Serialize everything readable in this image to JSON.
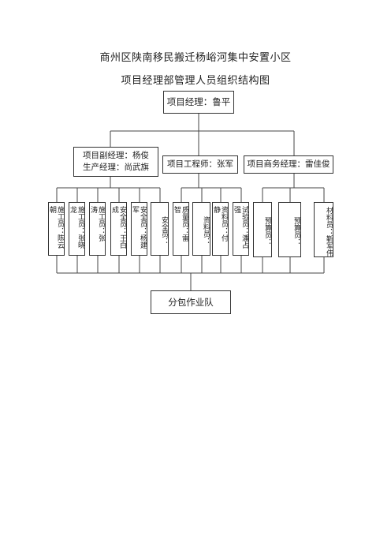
{
  "titles": {
    "line1": "商州区陕南移民搬迁杨峪河集中安置小区",
    "line2": "项目经理部管理人员组织结构图"
  },
  "manager": "项目经理：鲁平",
  "deputies": {
    "deputy_line1": "项目副经理：杨俊",
    "deputy_line2": "生产经理：尚武旗",
    "engineer": "项目工程师：张军",
    "business": "项目商务经理：雷佳俊"
  },
  "staff": [
    "施工员：陈云朝",
    "施工员：张晓龙",
    "施工员：张 涛",
    "安全员：王白成",
    "安全员：杨建军",
    "安全员：",
    "质量员：雷 智",
    "资料员：",
    "资料员：付 静",
    "试验员：潘占强",
    "预算员：",
    "预算员：",
    "材料员：靳军伟"
  ],
  "subcontract": "分包作业队"
}
